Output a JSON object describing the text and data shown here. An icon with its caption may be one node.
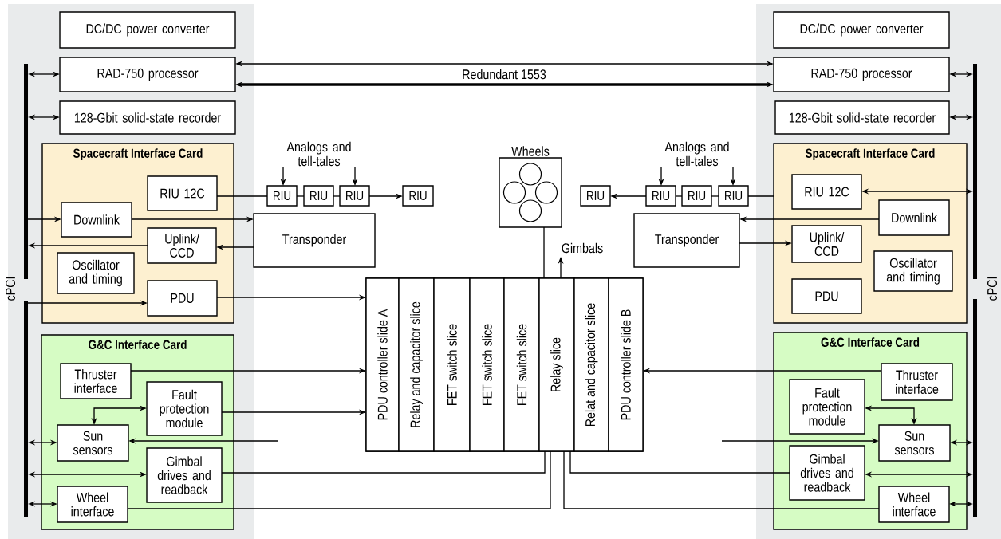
{
  "diagram": {
    "nodes": [
      {
        "text": [
          "DC/DC power converter"
        ]
      },
      {
        "text": [
          "RAD-750 processor"
        ]
      },
      {
        "text": [
          "128-Gbit solid-state recorder"
        ]
      },
      {
        "text": [
          "Spacecraft Interface Card"
        ]
      },
      {
        "text": [
          "RIU 12C"
        ],
        "in": 3
      },
      {
        "text": [
          "Downlink"
        ],
        "in": 3
      },
      {
        "text": [
          "Uplink/ CCD"
        ],
        "in": 3
      },
      {
        "text": [
          "Oscillator and timing"
        ],
        "in": 3
      },
      {
        "text": [
          "PDU"
        ],
        "in": 3
      },
      {
        "text": [
          "G&C Interface Card"
        ]
      },
      {
        "text": [
          "Thruster interface"
        ],
        "in": 9
      },
      {
        "text": [
          "Fault protection module"
        ],
        "in": 9
      },
      {
        "text": [
          "Sun sensors"
        ],
        "in": 9
      },
      {
        "text": [
          "Gimbal drives and readback"
        ],
        "in": 9
      },
      {
        "text": [
          "Wheel interface"
        ],
        "in": 9
      },
      {
        "text": [],
        "shape": "bar"
      },
      {
        "text": [],
        "shape": "bar"
      },
      {
        "text": [
          "RIU"
        ]
      },
      {
        "text": [
          "RIU"
        ]
      },
      {
        "text": [
          "RIU"
        ]
      },
      {
        "text": [
          "RIU"
        ]
      },
      {
        "text": [
          "Transponder"
        ]
      },
      {
        "text": [
          "Wheels"
        ]
      },
      {
        "text": [],
        "shape": "box"
      },
      {
        "text": [
          "PDU controller slide A"
        ],
        "in": 23
      },
      {
        "text": [
          "Relay and capacitor slice"
        ],
        "in": 23
      },
      {
        "text": [
          "FET switch slice"
        ],
        "in": 23
      },
      {
        "text": [
          "FET switch slice"
        ],
        "in": 23
      },
      {
        "text": [
          "FET switch slice"
        ],
        "in": 23
      },
      {
        "text": [
          "Relay slice"
        ],
        "in": 23
      },
      {
        "text": [
          "Relat and capacitor slice"
        ],
        "in": 23
      },
      {
        "text": [
          "PDU controller slide B"
        ],
        "in": 23
      },
      {
        "text": [
          "Gimbals"
        ]
      },
      {
        "text": [
          "RIU"
        ]
      },
      {
        "text": [
          "RIU"
        ]
      },
      {
        "text": [
          "RIU"
        ]
      },
      {
        "text": [
          "RIU"
        ]
      },
      {
        "text": [
          "Transponder"
        ]
      },
      {
        "text": [
          "DC/DC power converter"
        ]
      },
      {
        "text": [
          "RAD-750 processor"
        ]
      },
      {
        "text": [
          "128-Gbit solid-state recorder"
        ]
      },
      {
        "text": [
          "Spacecraft Interface Card"
        ]
      },
      {
        "text": [
          "RIU 12C"
        ],
        "in": 41
      },
      {
        "text": [
          "Downlink"
        ],
        "in": 41
      },
      {
        "text": [
          "Uplink/ CCD"
        ],
        "in": 41
      },
      {
        "text": [
          "Oscillator and timing"
        ],
        "in": 41
      },
      {
        "text": [
          "PDU"
        ],
        "in": 41
      },
      {
        "text": [
          "G&C Interface Card"
        ]
      },
      {
        "text": [
          "Thruster interface"
        ],
        "in": 47
      },
      {
        "text": [
          "Fault protection module"
        ],
        "in": 47
      },
      {
        "text": [
          "Sun sensors"
        ],
        "in": 47
      },
      {
        "text": [
          "Gimbal drives and readback"
        ],
        "in": 47
      },
      {
        "text": [
          "Wheel interface"
        ],
        "in": 47
      },
      {
        "text": [],
        "shape": "bar"
      },
      {
        "text": [],
        "shape": "bar"
      },
      {
        "text": [
          "Analogs and tell-tales"
        ]
      },
      {
        "text": [
          "Analogs and tell-tales"
        ]
      }
    ],
    "edges": [
      {
        "from": 1,
        "to": 39,
        "arrow": "both"
      },
      {
        "from": 1,
        "to": 39,
        "arrow": "both",
        "label": "Redundant 1553",
        "style": "thick"
      },
      {
        "from": 15,
        "to": 1,
        "arrow": "both"
      },
      {
        "from": 15,
        "to": 2,
        "arrow": "both"
      },
      {
        "from": 15,
        "to": 5,
        "arrow": "to"
      },
      {
        "from": 6,
        "to": 15,
        "arrow": "to"
      },
      {
        "from": 16,
        "to": 8,
        "arrow": "to"
      },
      {
        "from": 4,
        "to": 17,
        "arrow": "none"
      },
      {
        "from": 17,
        "to": 18,
        "arrow": "none"
      },
      {
        "from": 18,
        "to": 19,
        "arrow": "none"
      },
      {
        "from": 19,
        "to": 20,
        "arrow": "to"
      },
      {
        "from": 55,
        "to": 17,
        "arrow": "to"
      },
      {
        "from": 55,
        "to": 19,
        "arrow": "to"
      },
      {
        "from": 5,
        "to": 21,
        "arrow": "to"
      },
      {
        "from": 21,
        "to": 6,
        "arrow": "to"
      },
      {
        "from": 8,
        "to": 24,
        "arrow": "to"
      },
      {
        "from": 10,
        "to": 24,
        "arrow": "to"
      },
      {
        "from": 11,
        "to": 24,
        "arrow": "to"
      },
      {
        "from": 11,
        "to": 12,
        "arrow": "both"
      },
      {
        "from": 16,
        "to": 12,
        "arrow": "both"
      },
      {
        "from": 16,
        "to": 13,
        "arrow": "both"
      },
      {
        "from": 16,
        "to": 14,
        "arrow": "both"
      },
      {
        "from": null,
        "to": 12,
        "arrow": "to"
      },
      {
        "from": 13,
        "to": 29,
        "arrow": "none"
      },
      {
        "from": 14,
        "to": 29,
        "arrow": "none"
      },
      {
        "from": 22,
        "to": 29,
        "arrow": "none"
      },
      {
        "from": 29,
        "to": 32,
        "arrow": "to"
      },
      {
        "from": 34,
        "to": 33,
        "arrow": "to"
      },
      {
        "from": 34,
        "to": 35,
        "arrow": "none"
      },
      {
        "from": 35,
        "to": 36,
        "arrow": "none"
      },
      {
        "from": 36,
        "to": 41,
        "arrow": "none"
      },
      {
        "from": 56,
        "to": 34,
        "arrow": "to"
      },
      {
        "from": 56,
        "to": 36,
        "arrow": "to"
      },
      {
        "from": 42,
        "to": 53,
        "arrow": "both"
      },
      {
        "from": 43,
        "to": 37,
        "arrow": "to"
      },
      {
        "from": 37,
        "to": 44,
        "arrow": "to"
      },
      {
        "from": 48,
        "to": 31,
        "arrow": "to"
      },
      {
        "from": 49,
        "to": 50,
        "arrow": "both"
      },
      {
        "from": null,
        "to": 50,
        "arrow": "to"
      },
      {
        "from": 50,
        "to": 54,
        "arrow": "both"
      },
      {
        "from": 51,
        "to": 54,
        "arrow": "both"
      },
      {
        "from": 52,
        "to": 54,
        "arrow": "both"
      },
      {
        "from": 51,
        "to": 29,
        "arrow": "none"
      },
      {
        "from": 52,
        "to": 29,
        "arrow": "none"
      },
      {
        "from": 39,
        "to": 53,
        "arrow": "both"
      },
      {
        "from": 40,
        "to": 53,
        "arrow": "both"
      }
    ],
    "labels": [
      "cPCI",
      "cPCI"
    ]
  }
}
